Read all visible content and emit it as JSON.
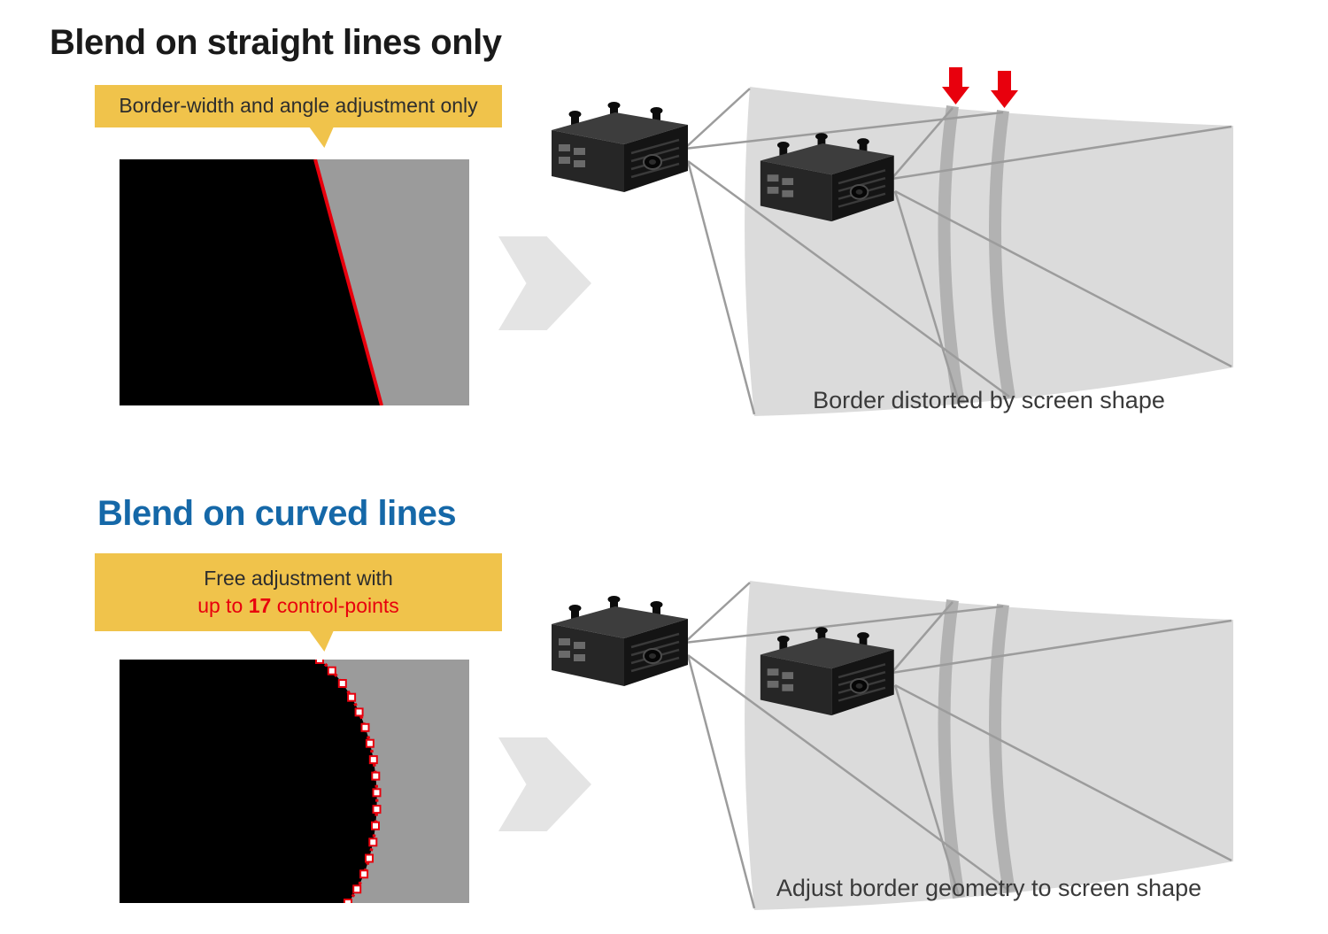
{
  "sections": {
    "straight": {
      "title": "Blend on straight lines only",
      "banner": "Border-width and angle adjustment only",
      "caption": "Border distorted by screen shape"
    },
    "curved": {
      "title": "Blend on curved lines",
      "banner_line1": "Free adjustment with",
      "banner_line2_prefix": "up to ",
      "banner_line2_count": "17",
      "banner_line2_suffix": " control-points",
      "control_points": 17,
      "caption": "Adjust border geometry to screen shape"
    }
  },
  "colors": {
    "banner_bg": "#f0c34b",
    "accent_red": "#e8000d",
    "title_blue": "#1568a8",
    "title_dark": "#1a1a1a",
    "square_gray": "#9b9b9b",
    "screen_gray": "#dbdbdb",
    "band_gray": "#b2b2b2",
    "beam_gray": "#9c9c9c",
    "arrow_gray": "#e4e4e4"
  }
}
